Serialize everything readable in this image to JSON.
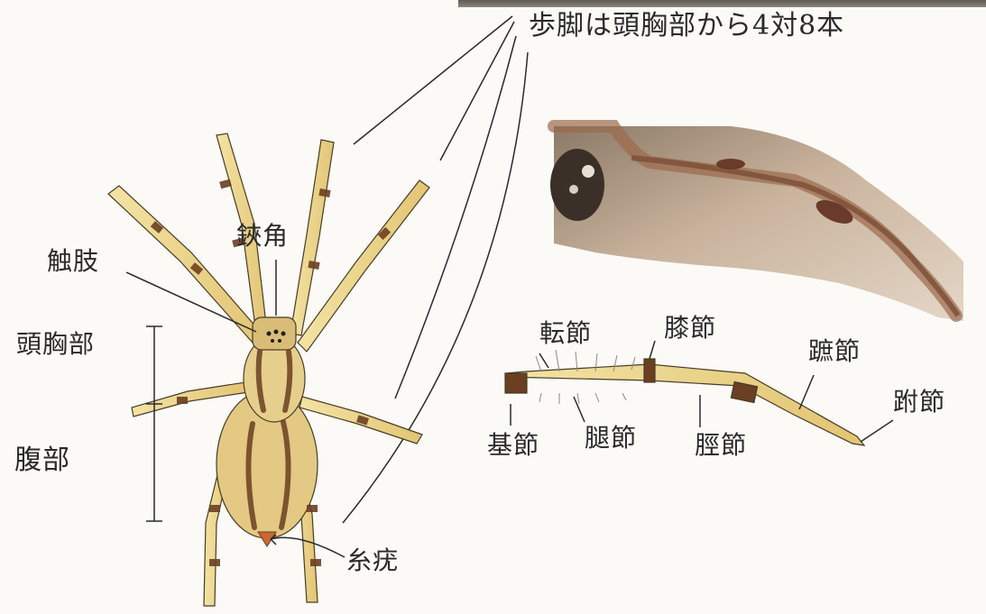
{
  "labels": {
    "title": "歩脚は頭胸部から4対8本",
    "chelicera": "鋏角",
    "pedipalp": "触肢",
    "cephalothorax": "頭胸部",
    "abdomen": "腹部",
    "spinneret": "糸疣",
    "coxa": "基節",
    "trochanter": "転節",
    "femur": "腿節",
    "patella": "膝節",
    "tibia": "脛節",
    "metatarsus": "蹠節",
    "tarsus": "跗節"
  },
  "colors": {
    "ink": "#2a2a2a",
    "leg_yellow": "#ecd68e",
    "stripe_brown": "#6b3f22",
    "photo_bg": "#c4ad97"
  }
}
